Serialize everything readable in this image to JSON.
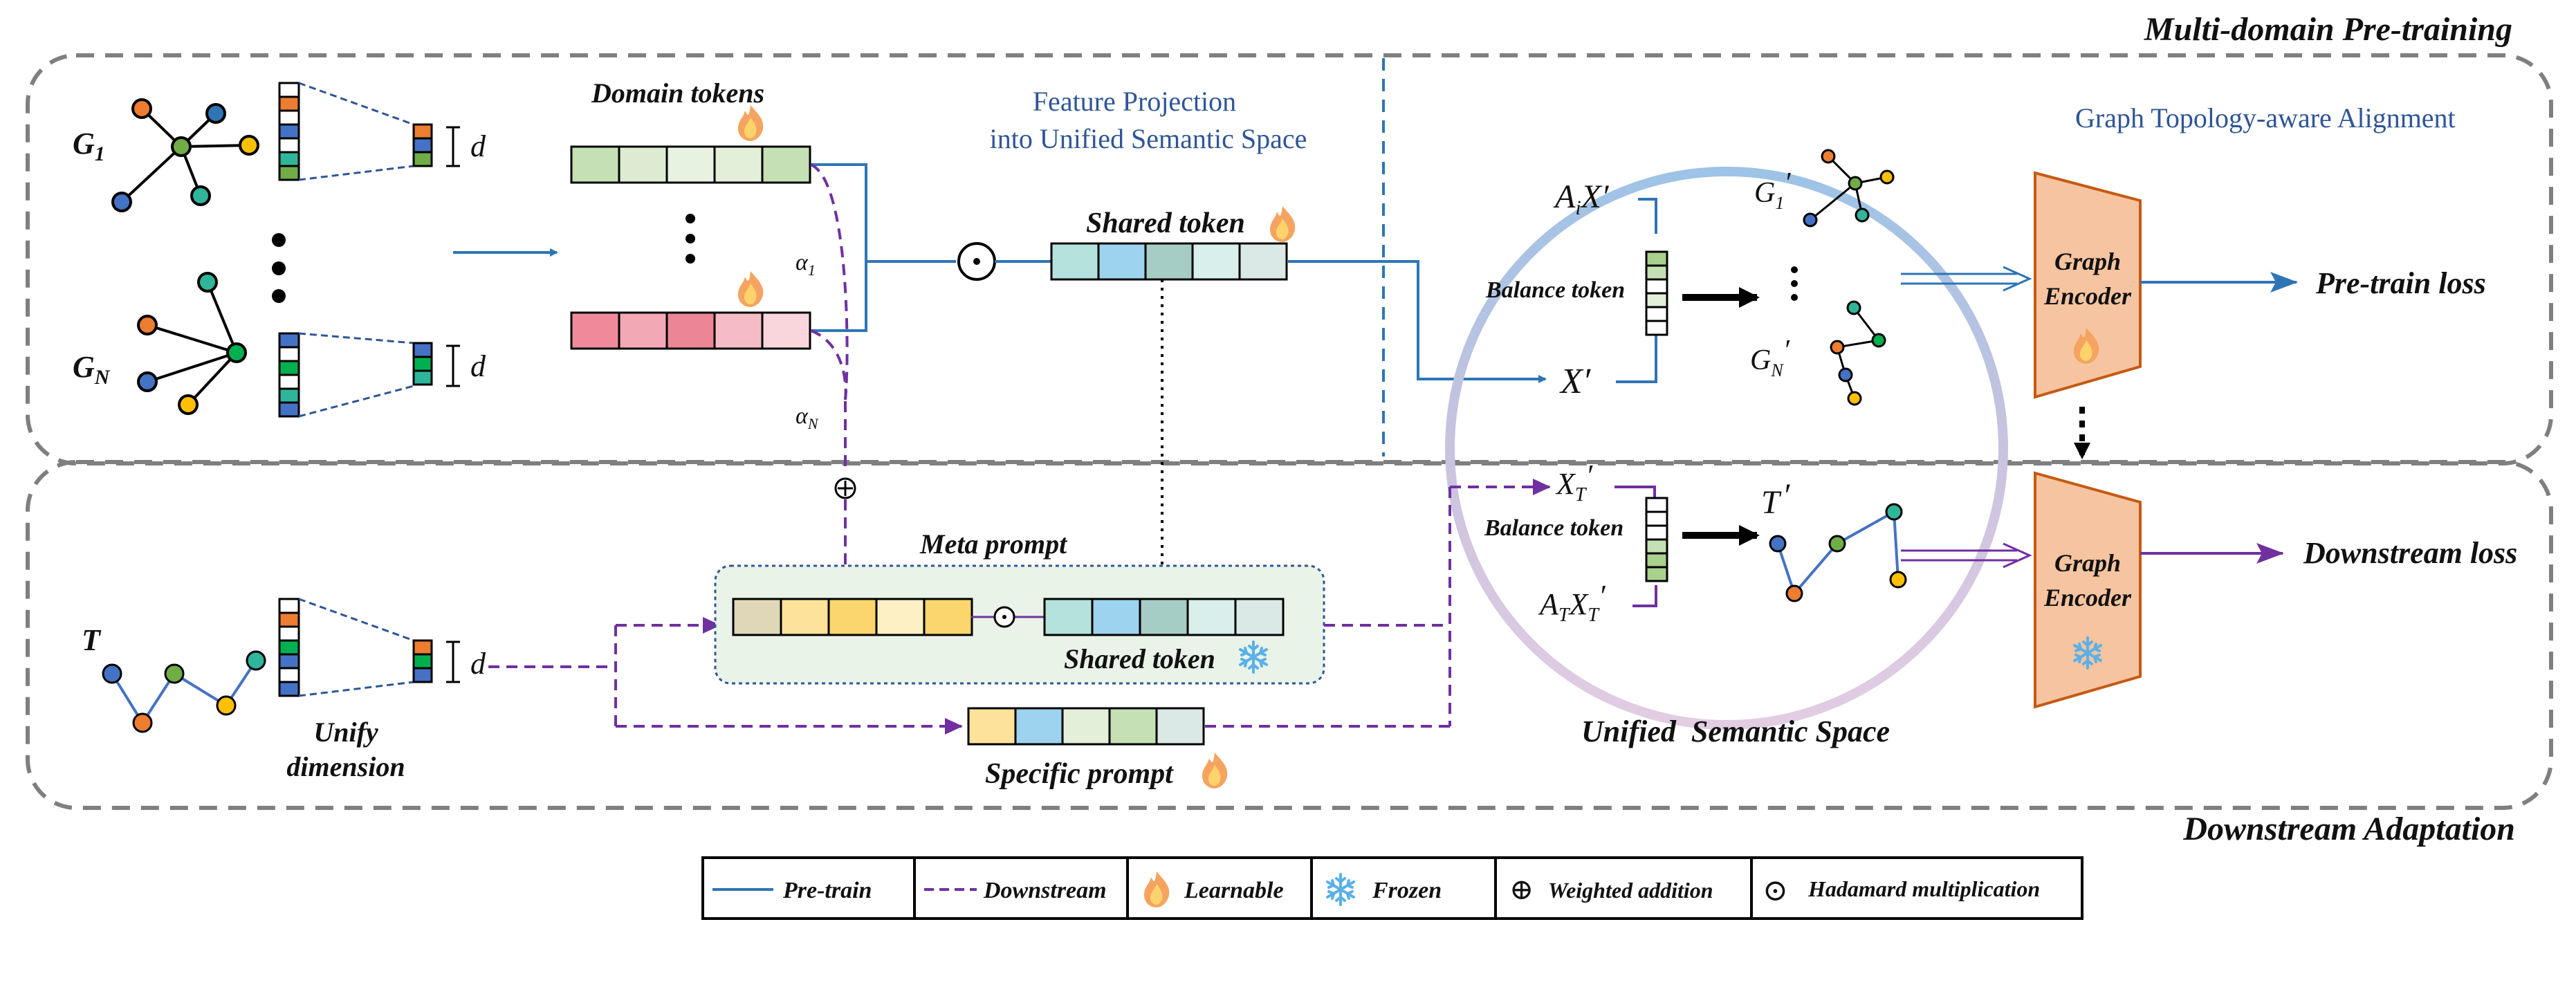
{
  "sections": {
    "pretrain_title": "Multi-domain Pre-training",
    "downstream_title": "Downstream Adaptation"
  },
  "pretrain": {
    "graph_g1": "G",
    "graph_g1_sub": "1",
    "graph_gn": "G",
    "graph_gn_sub": "N",
    "dim_label": "d",
    "domain_tokens_label": "Domain tokens",
    "alpha": "α",
    "alpha1_sub": "1",
    "alphaN_sub": "N",
    "feature_projection_line1": "Feature Projection",
    "feature_projection_line2": "into Unified Semantic Space",
    "shared_token_label": "Shared token",
    "topology_alignment_label": "Graph Topology-aware Alignment",
    "ai_x_label": "A",
    "ai_x_sub": "i",
    "x_prime": "X′",
    "balance_token_label": "Balance token",
    "g1_prime": "G",
    "g1_prime_sub": "1",
    "gn_prime": "G",
    "gn_prime_sub": "N",
    "prime_mark": "′",
    "graph_encoder_line1": "Graph",
    "graph_encoder_line2": "Encoder",
    "pretrain_loss": "Pre-train loss"
  },
  "downstream": {
    "task_graph": "T",
    "unify_line1": "Unify",
    "unify_line2": "dimension",
    "dim_label": "d",
    "meta_prompt_label": "Meta prompt",
    "shared_token_label": "Shared token",
    "specific_prompt_label": "Specific prompt",
    "xt_label": "X",
    "xt_sub": "T",
    "balance_token_label": "Balance token",
    "at_label": "A",
    "at_sub": "T",
    "t_prime": "T",
    "prime_mark": "′",
    "unified_space_label": "Unified  Semantic Space",
    "graph_encoder_line1": "Graph",
    "graph_encoder_line2": "Encoder",
    "downstream_loss": "Downstream loss"
  },
  "legend": {
    "pretrain": "Pre-train",
    "downstream": "Downstream",
    "learnable": "Learnable",
    "frozen": "Frozen",
    "weighted_addition": "Weighted addition",
    "hadamard": "Hadamard multiplication",
    "oplus": "⊕",
    "odot": "⊙"
  },
  "colors": {
    "pretrain_line": "#2e75b6",
    "downstream_line": "#7030a0",
    "encoder_fill": "#f6c4a0",
    "encoder_stroke": "#c55a11",
    "dashed_box": "#7f7f7f",
    "feature_projection_text": "#2f5597",
    "domain_token_green": [
      "#c5e0b4",
      "#dcebd2",
      "#e8f2e0",
      "#e3efd9",
      "#c5e0b4"
    ],
    "domain_token_red": [
      "#ef8a9b",
      "#f3a8b5",
      "#ec8596",
      "#f6bcc6",
      "#f9d6dc"
    ],
    "shared_token": [
      "#b4e3dd",
      "#9dd3ef",
      "#a6cdc5",
      "#d8efec",
      "#dbe9e6"
    ],
    "meta_prompt": [
      "#dfd7b8",
      "#fde29a",
      "#fbd66c",
      "#fdf0c5",
      "#fbd66c"
    ],
    "specific_prompt": [
      "#fde29a",
      "#9dd3ef",
      "#e3efd9",
      "#c5e0b4",
      "#dbe9e6"
    ],
    "node_colors": [
      "#ed7d31",
      "#4472c4",
      "#70ad47",
      "#2fb59a",
      "#ffc000",
      "#00b050"
    ]
  }
}
